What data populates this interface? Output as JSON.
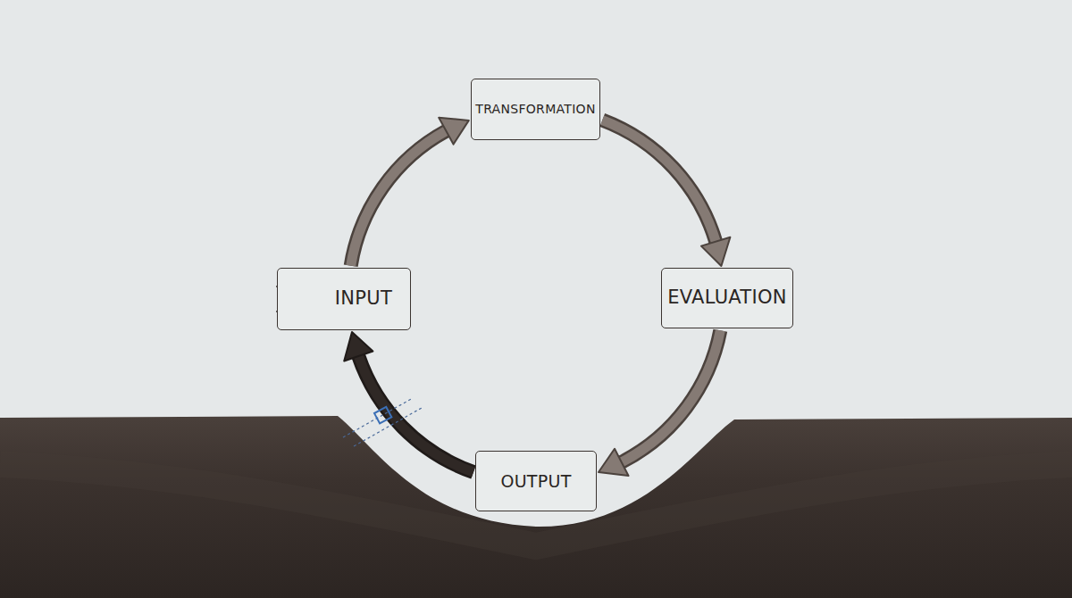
{
  "diagram": {
    "nodes": [
      {
        "text": [
          "INPUT"
        ]
      },
      {
        "text": [
          "TRANSFORMATION"
        ]
      },
      {
        "text": [
          "EVALUATION"
        ]
      },
      {
        "text": [
          "OUTPUT"
        ]
      }
    ],
    "edges": [
      {
        "from": 0,
        "to": 1,
        "arrow": "to"
      },
      {
        "from": 1,
        "to": 2,
        "arrow": "to"
      },
      {
        "from": 2,
        "to": 3,
        "arrow": "to"
      },
      {
        "from": 3,
        "to": 0,
        "arrow": "to"
      }
    ]
  }
}
